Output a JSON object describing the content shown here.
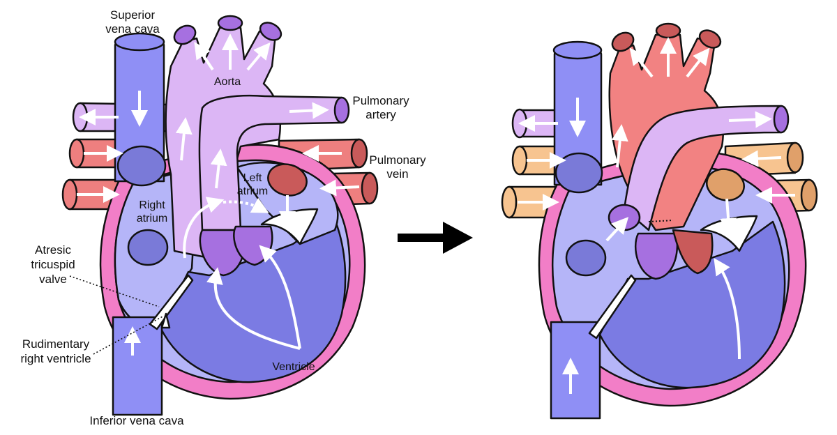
{
  "labels": {
    "superior_vena_cava": [
      "Superior",
      "vena cava"
    ],
    "aorta": "Aorta",
    "pulmonary_artery": [
      "Pulmonary",
      "artery"
    ],
    "pulmonary_vein": [
      "Pulmonary",
      "vein"
    ],
    "left_atrium": [
      "Left",
      "atrium"
    ],
    "right_atrium": [
      "Right",
      "atrium"
    ],
    "atresic_tricuspid_valve": [
      "Atresic",
      "tricuspid",
      "valve"
    ],
    "rudimentary_right_ventricle": [
      "Rudimentary",
      "right ventricle"
    ],
    "ventricle": "Ventricle",
    "inferior_vena_cava": "Inferior vena cava"
  },
  "colors": {
    "vena_cava": "#8f8ff5",
    "aorta_mixed": "#dcb6f5",
    "aorta_oxygenated": "#f28282",
    "pulmonary_artery": "#d6a7ee",
    "pulmonary_vein_before": "#ee7f7f",
    "pulmonary_vein_after": "#f7c490",
    "atrium_right": "#b5b5f8",
    "ventricle": "#7b7be3",
    "myocardium": "#f27ec7",
    "valve": "#a670e0",
    "arrow_transition": "#000000"
  }
}
